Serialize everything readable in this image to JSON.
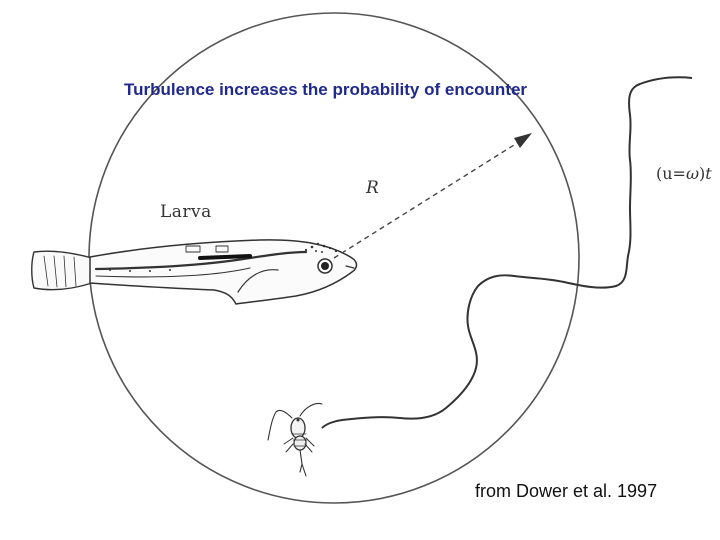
{
  "title": "Turbulence increases the probability of encounter",
  "credit": "from Dower et al. 1997",
  "labels": {
    "larva": "Larva",
    "radius": "R",
    "path_prefix": "(u=",
    "path_omega": "ω",
    "path_suffix": ")",
    "path_time": "t"
  },
  "icons": {
    "larva": "fish-larva-icon",
    "prey": "copepod-icon"
  }
}
